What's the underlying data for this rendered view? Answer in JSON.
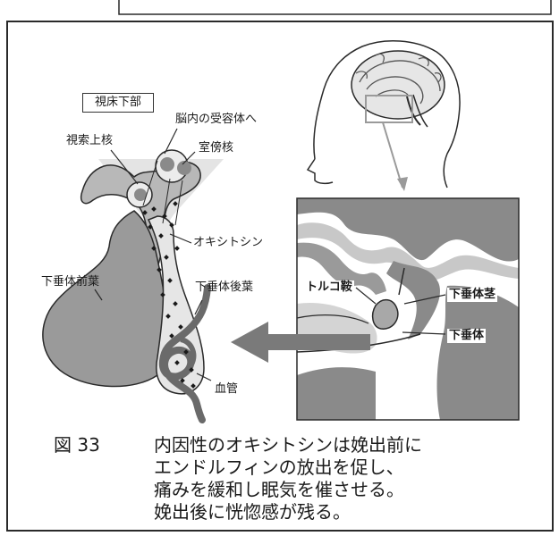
{
  "labels": {
    "hypothalamus": "視床下部",
    "brain_receptor": "脳内の受容体へ",
    "supraoptic": "視索上核",
    "paraventricular": "室傍核",
    "oxytocin": "オキシトシン",
    "anterior_pituitary": "下垂体前葉",
    "posterior_pituitary": "下垂体後葉",
    "blood_vessel": "血管",
    "sella_turcica": "トルコ鞍",
    "pituitary_stalk": "下垂体茎",
    "pituitary": "下垂体"
  },
  "caption": {
    "number": "図 33",
    "line1": "内因性のオキシトシンは娩出前に",
    "line2": "エンドルフィンの放出を促し、",
    "line3": "痛みを緩和し眠気を催させる。",
    "line4": "娩出後に恍惚感が残る。"
  },
  "colors": {
    "dark_gray": "#7a7a7a",
    "mid_gray": "#a8a8a8",
    "light_gray": "#d4d4d4",
    "outline": "#2a2a2a"
  }
}
